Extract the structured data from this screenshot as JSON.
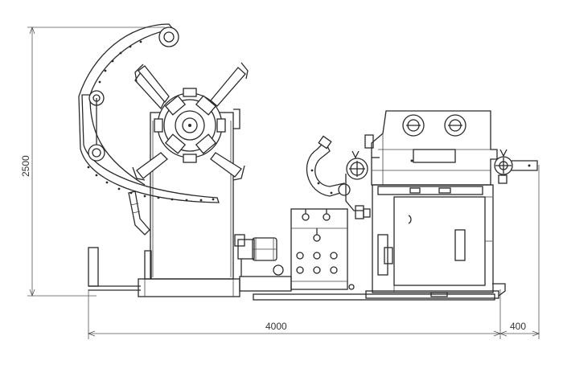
{
  "dimensions": {
    "height_label": "2500",
    "length_label": "4000",
    "extension_label": "400"
  },
  "colors": {
    "line": "#2a2a2a",
    "dimension": "#555555",
    "background": "#ffffff"
  }
}
